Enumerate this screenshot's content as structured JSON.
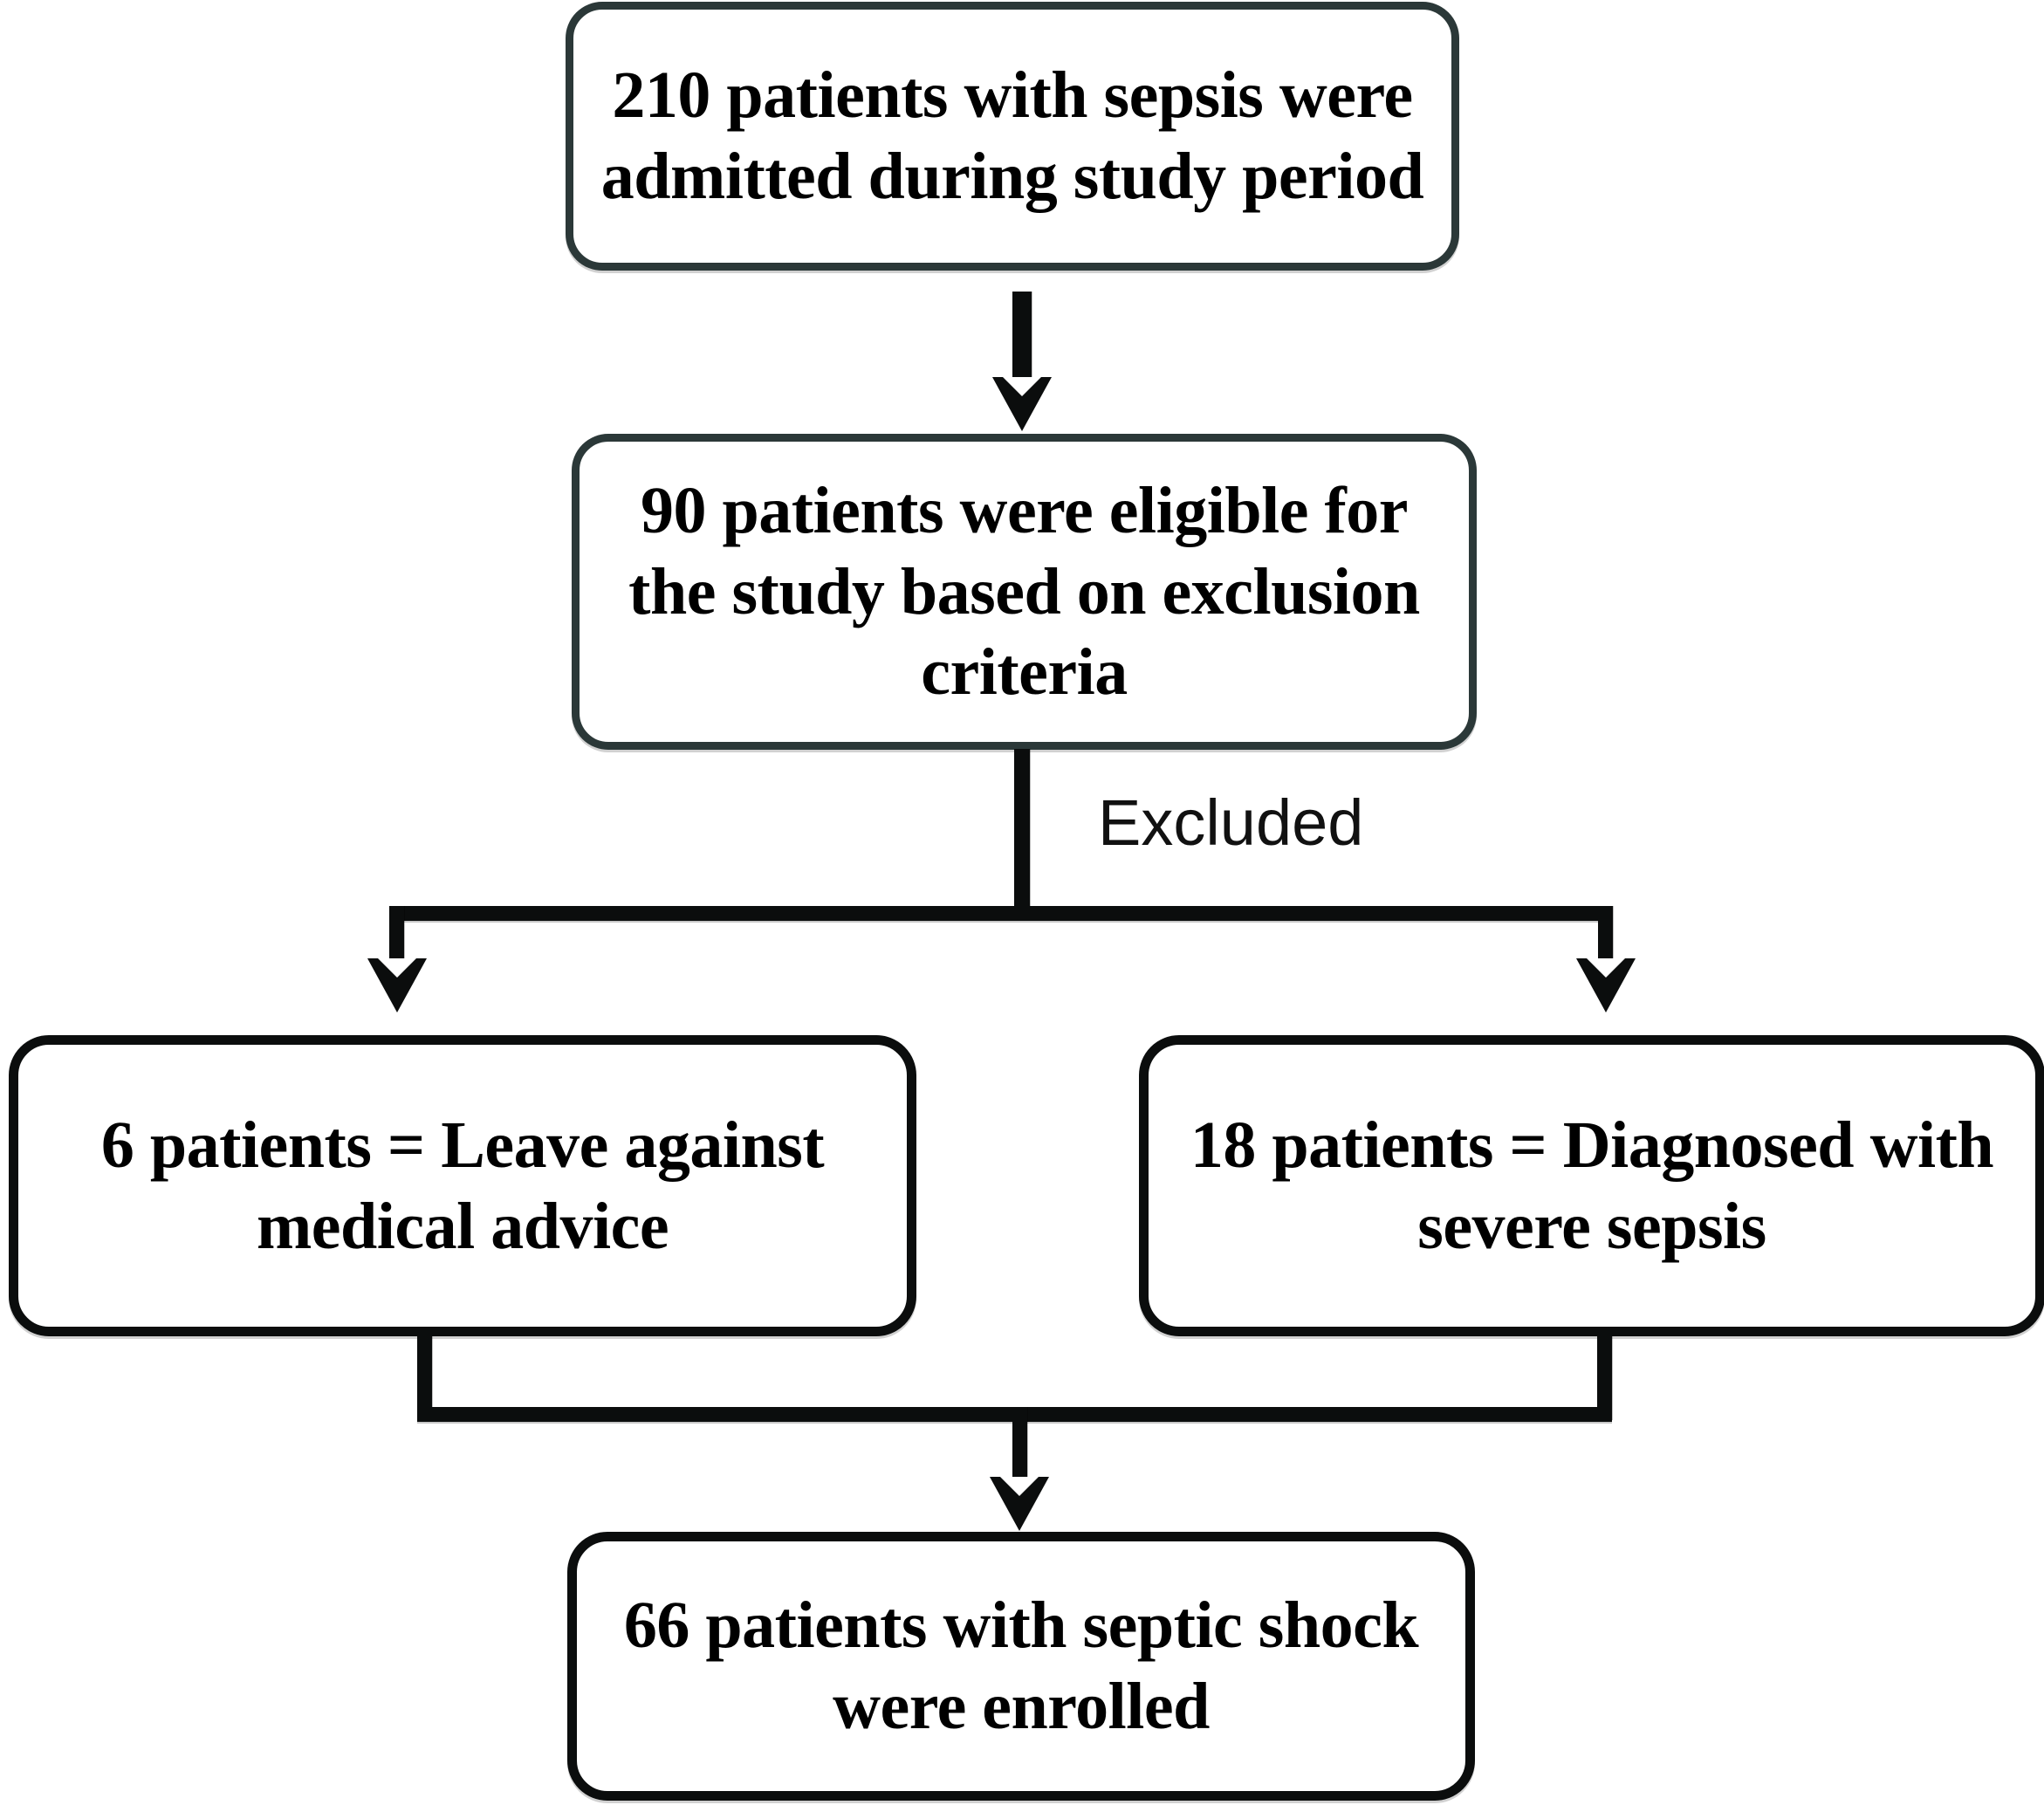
{
  "figure": {
    "type": "flowchart",
    "orientation": "top-to-bottom",
    "background_color": "#ffffff",
    "box_border_color": "#2b3838",
    "connector_color": "#0b0d0d",
    "text_color": "#000000"
  },
  "nodes": {
    "admitted": {
      "id": "node-admitted",
      "text": "210 patients with sepsis were admitted during study period",
      "count": 210
    },
    "eligible": {
      "id": "node-eligible",
      "text": "90 patients were eligible for the study based on exclusion criteria",
      "count": 90
    },
    "lama": {
      "id": "node-left-against-medical-advice",
      "text": "6 patients = Leave against medical advice",
      "count": 6
    },
    "severe_sepsis": {
      "id": "node-severe-sepsis",
      "text": "18 patients = Diagnosed with severe sepsis",
      "count": 18
    },
    "enrolled": {
      "id": "node-enrolled",
      "text": "66 patients with septic shock were enrolled",
      "count": 66
    }
  },
  "edges": {
    "excluded_label": "Excluded"
  },
  "chart_data": {
    "type": "table",
    "title": "Patient enrollment flow diagram",
    "categories": [
      "Admitted with sepsis",
      "Eligible after exclusion criteria",
      "Excluded: leave against medical advice",
      "Excluded: diagnosed with severe sepsis",
      "Enrolled with septic shock"
    ],
    "values": [
      210,
      90,
      6,
      18,
      66
    ]
  }
}
